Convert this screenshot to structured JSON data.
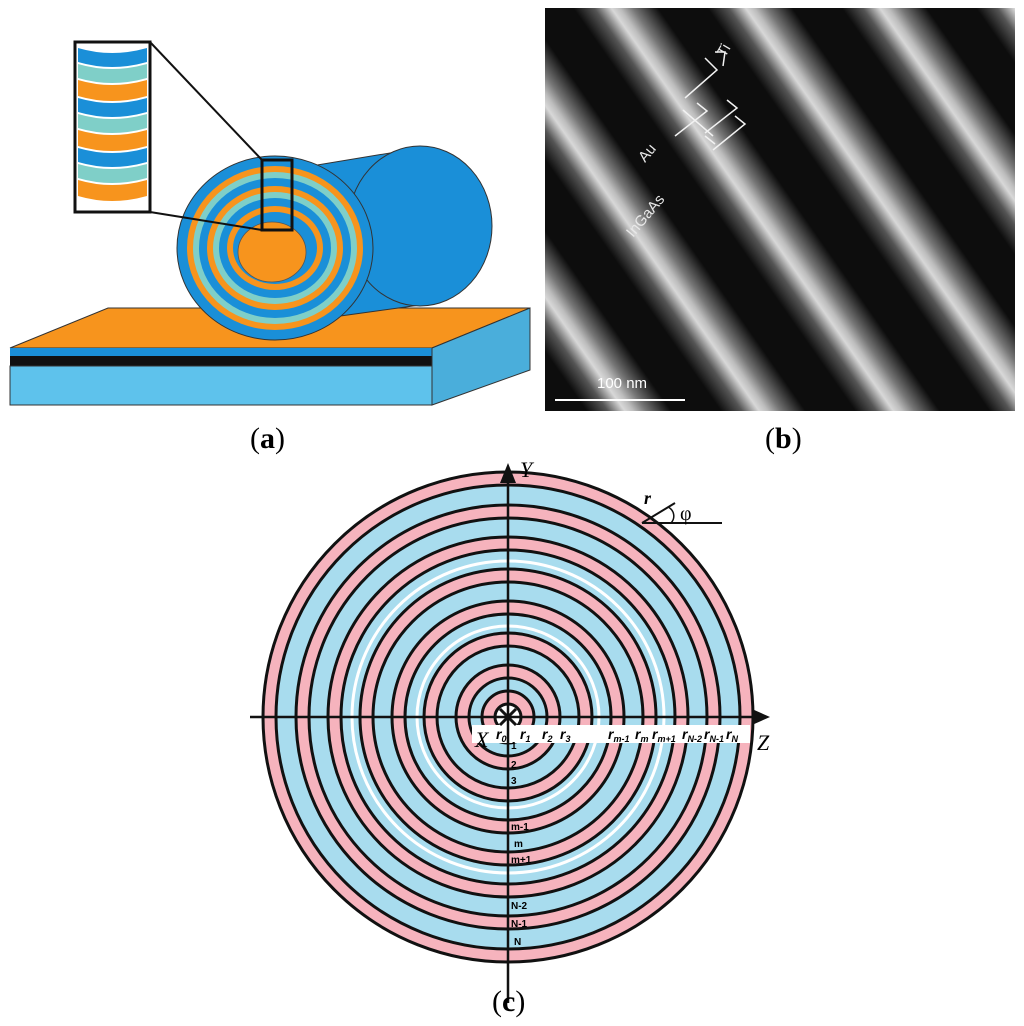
{
  "panels": {
    "a": {
      "caption_open": "(",
      "caption_letter": "a",
      "caption_close": ")"
    },
    "b": {
      "caption_open": "(",
      "caption_letter": "b",
      "caption_close": ")",
      "labels": {
        "ti": "Ti",
        "au": "Au",
        "ingaas": "InGaAs"
      },
      "scale_bar": "100 nm"
    },
    "c": {
      "caption_open": "(",
      "caption_letter": "c",
      "caption_close": ")",
      "axes": {
        "y": "Y",
        "z": "Z",
        "x": "X"
      },
      "polar_legend": {
        "r": "r",
        "phi": "φ"
      },
      "radii": [
        "r0",
        "r1",
        "r2",
        "r3",
        "rm-1",
        "rm",
        "rm+1",
        "rN-2",
        "rN-1",
        "rN"
      ],
      "radius_labels": [
        {
          "base": "r",
          "sub": "0"
        },
        {
          "base": "r",
          "sub": "1"
        },
        {
          "base": "r",
          "sub": "2"
        },
        {
          "base": "r",
          "sub": "3"
        },
        {
          "base": "r",
          "sub": "m-1"
        },
        {
          "base": "r",
          "sub": "m"
        },
        {
          "base": "r",
          "sub": "m+1"
        },
        {
          "base": "r",
          "sub": "N-2"
        },
        {
          "base": "r",
          "sub": "N-1"
        },
        {
          "base": "r",
          "sub": "N"
        }
      ],
      "layer_labels": [
        "1",
        "2",
        "3",
        "m-1",
        "m",
        "m+1",
        "N-2",
        "N-1",
        "N"
      ]
    }
  },
  "colors": {
    "blue_layer": "#1a8fd8",
    "teal_layer": "#7fcfc8",
    "orange_layer": "#f7941d",
    "substrate": "#5ec2ec",
    "pink_ring": "#f6b3bd",
    "cyan_ring": "#a8dcee"
  }
}
